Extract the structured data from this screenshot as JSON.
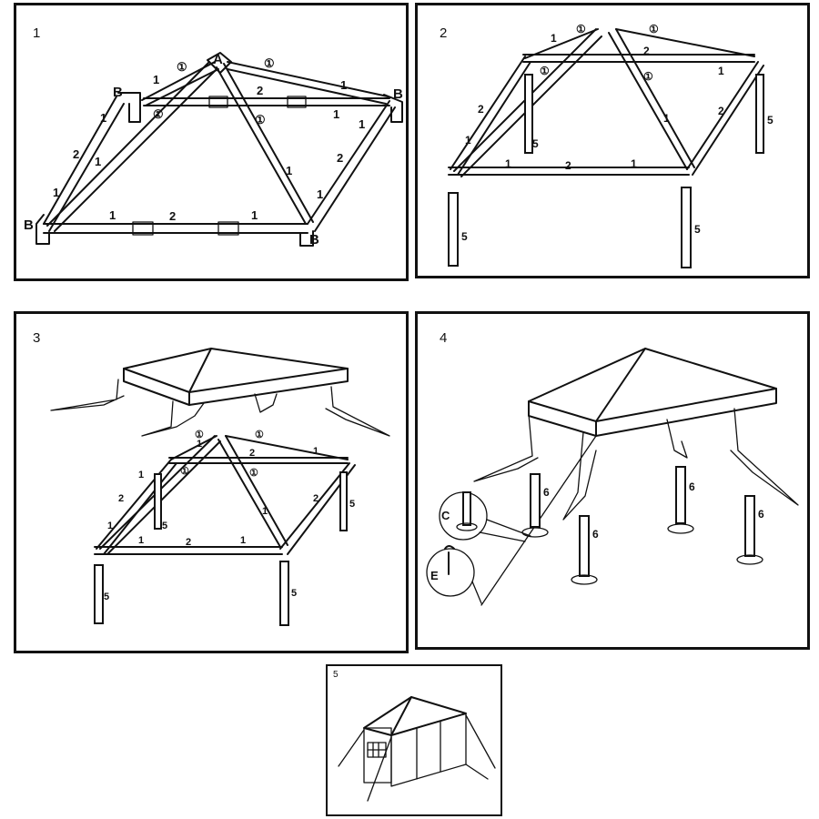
{
  "panels": [
    {
      "number": "1"
    },
    {
      "number": "2"
    },
    {
      "number": "3"
    },
    {
      "number": "4"
    },
    {
      "number": "5"
    }
  ],
  "labels": {
    "part1": "1",
    "part2": "2",
    "part5": "5",
    "part6": "6",
    "circled1": "①",
    "joint_a": "A",
    "joint_b": "B",
    "joint_c": "C",
    "joint_e": "E"
  }
}
